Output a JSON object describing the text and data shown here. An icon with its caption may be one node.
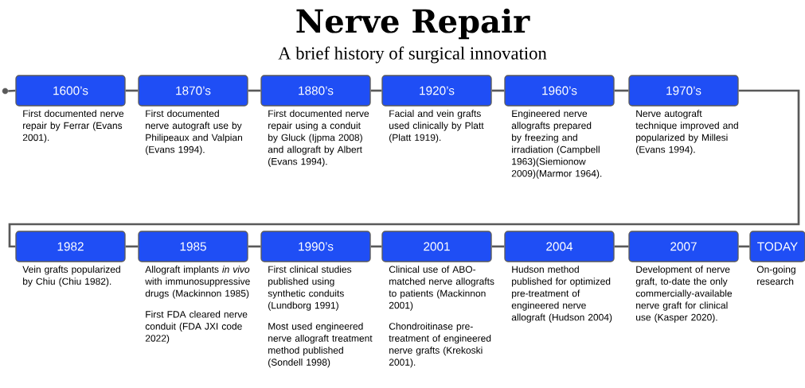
{
  "diagram": {
    "title": "Nerve Repair",
    "caption": "A brief history of surgical innovation",
    "nodes": [
      {
        "text": [
          "1600’s"
        ],
        "beside": [
          "First documented nerve repair by Ferrar (Evans 2001)."
        ]
      },
      {
        "text": [
          "1870’s"
        ],
        "beside": [
          "First documented nerve autograft use by Philipeaux and Valpian (Evans 1994)."
        ]
      },
      {
        "text": [
          "1880’s"
        ],
        "beside": [
          "First documented nerve repair using a conduit by Gluck (Ijpma 2008) and allograft by Albert (Evans 1994)."
        ]
      },
      {
        "text": [
          "1920’s"
        ],
        "beside": [
          "Facial and vein grafts used clinically by Platt (Platt 1919)."
        ]
      },
      {
        "text": [
          "1960’s"
        ],
        "beside": [
          "Engineered nerve allografts prepared by freezing and irradiation (Campbell 1963)(Siemionow 2009)(Marmor 1964)."
        ]
      },
      {
        "text": [
          "1970’s"
        ],
        "beside": [
          "Nerve autograft technique improved and popularized by Millesi (Evans 1994)."
        ]
      },
      {
        "text": [
          "1982"
        ],
        "beside": [
          "Vein grafts popularized by Chiu (Chiu 1982)."
        ]
      },
      {
        "text": [
          "1985"
        ],
        "beside": [
          "Allograft implants *in vivo* with immunosuppressive drugs (Mackinnon 1985)",
          "First FDA cleared nerve conduit (FDA JXI code 2022)"
        ]
      },
      {
        "text": [
          "1990’s"
        ],
        "beside": [
          "First clinical studies published using synthetic conduits (Lundborg 1991)",
          "Most used engineered nerve allograft treatment method published (Sondell 1998)"
        ]
      },
      {
        "text": [
          "2001"
        ],
        "beside": [
          "Clinical use of ABO-matched nerve allografts to patients (Mackinnon 2001)",
          "Chondroitinase pre-treatment of engineered nerve grafts (Krekoski 2001)."
        ]
      },
      {
        "text": [
          "2004"
        ],
        "beside": [
          "Hudson method published for optimized pre-treatment of engineered nerve allograft (Hudson 2004)"
        ]
      },
      {
        "text": [
          "2007"
        ],
        "beside": [
          "Development of nerve graft, to-date the only commercially-available nerve graft for clinical use (Kasper 2020)."
        ]
      },
      {
        "text": [
          "TODAY"
        ],
        "beside": [
          "On-going research"
        ]
      },
      {
        "text": [],
        "shape": "circle"
      }
    ],
    "edges": [
      {
        "from": 13,
        "to": 0,
        "arrow": "none"
      },
      {
        "from": 0,
        "to": 1,
        "arrow": "none"
      },
      {
        "from": 1,
        "to": 2,
        "arrow": "none"
      },
      {
        "from": 2,
        "to": 3,
        "arrow": "none"
      },
      {
        "from": 3,
        "to": 4,
        "arrow": "none"
      },
      {
        "from": 4,
        "to": 5,
        "arrow": "none"
      },
      {
        "from": 5,
        "to": 6,
        "arrow": "none"
      },
      {
        "from": 6,
        "to": 7,
        "arrow": "none"
      },
      {
        "from": 7,
        "to": 8,
        "arrow": "none"
      },
      {
        "from": 8,
        "to": 9,
        "arrow": "none"
      },
      {
        "from": 9,
        "to": 10,
        "arrow": "none"
      },
      {
        "from": 10,
        "to": 11,
        "arrow": "none"
      },
      {
        "from": 11,
        "to": 12,
        "arrow": "none"
      }
    ]
  }
}
